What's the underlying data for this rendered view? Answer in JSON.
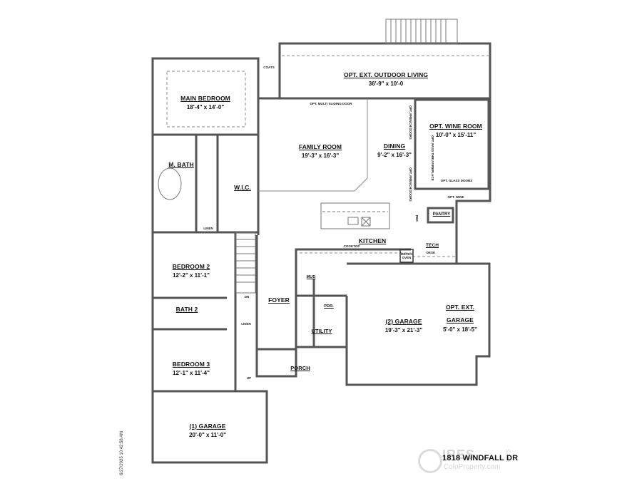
{
  "plan": {
    "address": "1818 WINDFALL DR",
    "timestamp": "6/27/2025 10:42:58 AM",
    "watermark": {
      "brand": "IRES",
      "url": "ColoProperty.com",
      "side": "IRES"
    },
    "rooms": [
      {
        "id": "main-bedroom",
        "name": "MAIN BEDROOM",
        "dims": "18'-4\" x 14'-0\""
      },
      {
        "id": "outdoor-living",
        "name": "OPT. EXT. OUTDOOR LIVING",
        "dims": "36'-9\" x 10'-0"
      },
      {
        "id": "family-room",
        "name": "FAMILY ROOM",
        "dims": "19'-3\" x 16'-3\""
      },
      {
        "id": "dining",
        "name": "DINING",
        "dims": "9'-2\" x 16'-3\""
      },
      {
        "id": "wine-room",
        "name": "OPT. WINE ROOM",
        "dims": "10'-0\" x 15'-11\""
      },
      {
        "id": "m-bath",
        "name": "M. BATH",
        "dims": ""
      },
      {
        "id": "wic",
        "name": "W.I.C.",
        "dims": ""
      },
      {
        "id": "kitchen",
        "name": "KITCHEN",
        "dims": ""
      },
      {
        "id": "pantry",
        "name": "PANTRY",
        "dims": ""
      },
      {
        "id": "tech",
        "name": "TECH",
        "dims": ""
      },
      {
        "id": "bedroom-2",
        "name": "BEDROOM 2",
        "dims": "12'-2\" x 11'-1\""
      },
      {
        "id": "bath-2",
        "name": "BATH 2",
        "dims": ""
      },
      {
        "id": "foyer",
        "name": "FOYER",
        "dims": ""
      },
      {
        "id": "mud",
        "name": "MUD",
        "dims": ""
      },
      {
        "id": "pdr",
        "name": "PDR.",
        "dims": ""
      },
      {
        "id": "utility",
        "name": "UTILITY",
        "dims": ""
      },
      {
        "id": "garage-2",
        "name": "(2) GARAGE",
        "dims": "19'-3\" x 21'-3\""
      },
      {
        "id": "ext-garage",
        "name": "OPT. EXT. GARAGE",
        "dims": "5'-0\" x 18'-5\""
      },
      {
        "id": "bedroom-3",
        "name": "BEDROOM 3",
        "dims": "12'-1\" x 11'-4\""
      },
      {
        "id": "porch",
        "name": "PORCH",
        "dims": ""
      },
      {
        "id": "garage-1",
        "name": "(1) GARAGE",
        "dims": "20'-0\" x 11'-0\""
      }
    ],
    "notes": {
      "coats": "COATS",
      "sliding_door": "OPT. MULTI SLIDING DOOR",
      "french_doors_1": "OPT. FRENCH DOORS",
      "french_doors_2": "OPT. FRENCH DOORS",
      "fireplace": "OPT. PASS THRU FIREPLACE",
      "glass_doors": "OPT. GLASS DOORS",
      "wine": "OPT. WINE",
      "linen_master": "LINEN",
      "linen_hall": "LINEN",
      "cooktop": "COOKTOP",
      "micro_oven": "MICRO/ OVEN",
      "desk": "DESK",
      "refrigerator": "REF.",
      "stair_down": "DN",
      "stair_up": "UP"
    }
  }
}
